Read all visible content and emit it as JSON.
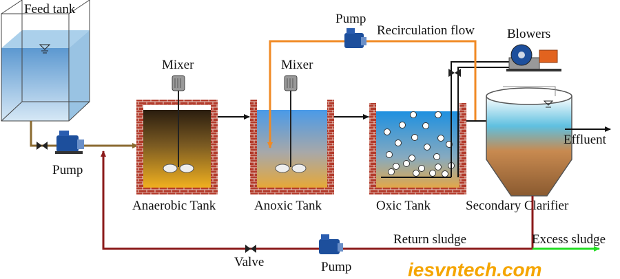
{
  "labels": {
    "feed_tank": "Feed tank",
    "pump_feed": "Pump",
    "pump_recirc": "Pump",
    "pump_return": "Pump",
    "recirculation_flow": "Recirculation  flow",
    "blowers": "Blowers",
    "mixer_1": "Mixer",
    "mixer_2": "Mixer",
    "anaerobic_tank": "Anaerobic Tank",
    "anoxic_tank": "Anoxic Tank",
    "oxic_tank": "Oxic  Tank",
    "secondary_clarifier": "Secondary Clarifier",
    "effluent": "Effluent",
    "return_sludge": "Return sludge",
    "excess_sludge": "Excess sludge",
    "valve": "Valve"
  },
  "watermark": "iesvntech.com",
  "colors": {
    "brick": "#a8362a",
    "return_line": "#8b1a1a",
    "recirc_line": "#f08a24",
    "feed_line": "#8a6a30",
    "excess_line": "#22dd22",
    "air_line": "#111111",
    "watermark": "#f5a500"
  }
}
